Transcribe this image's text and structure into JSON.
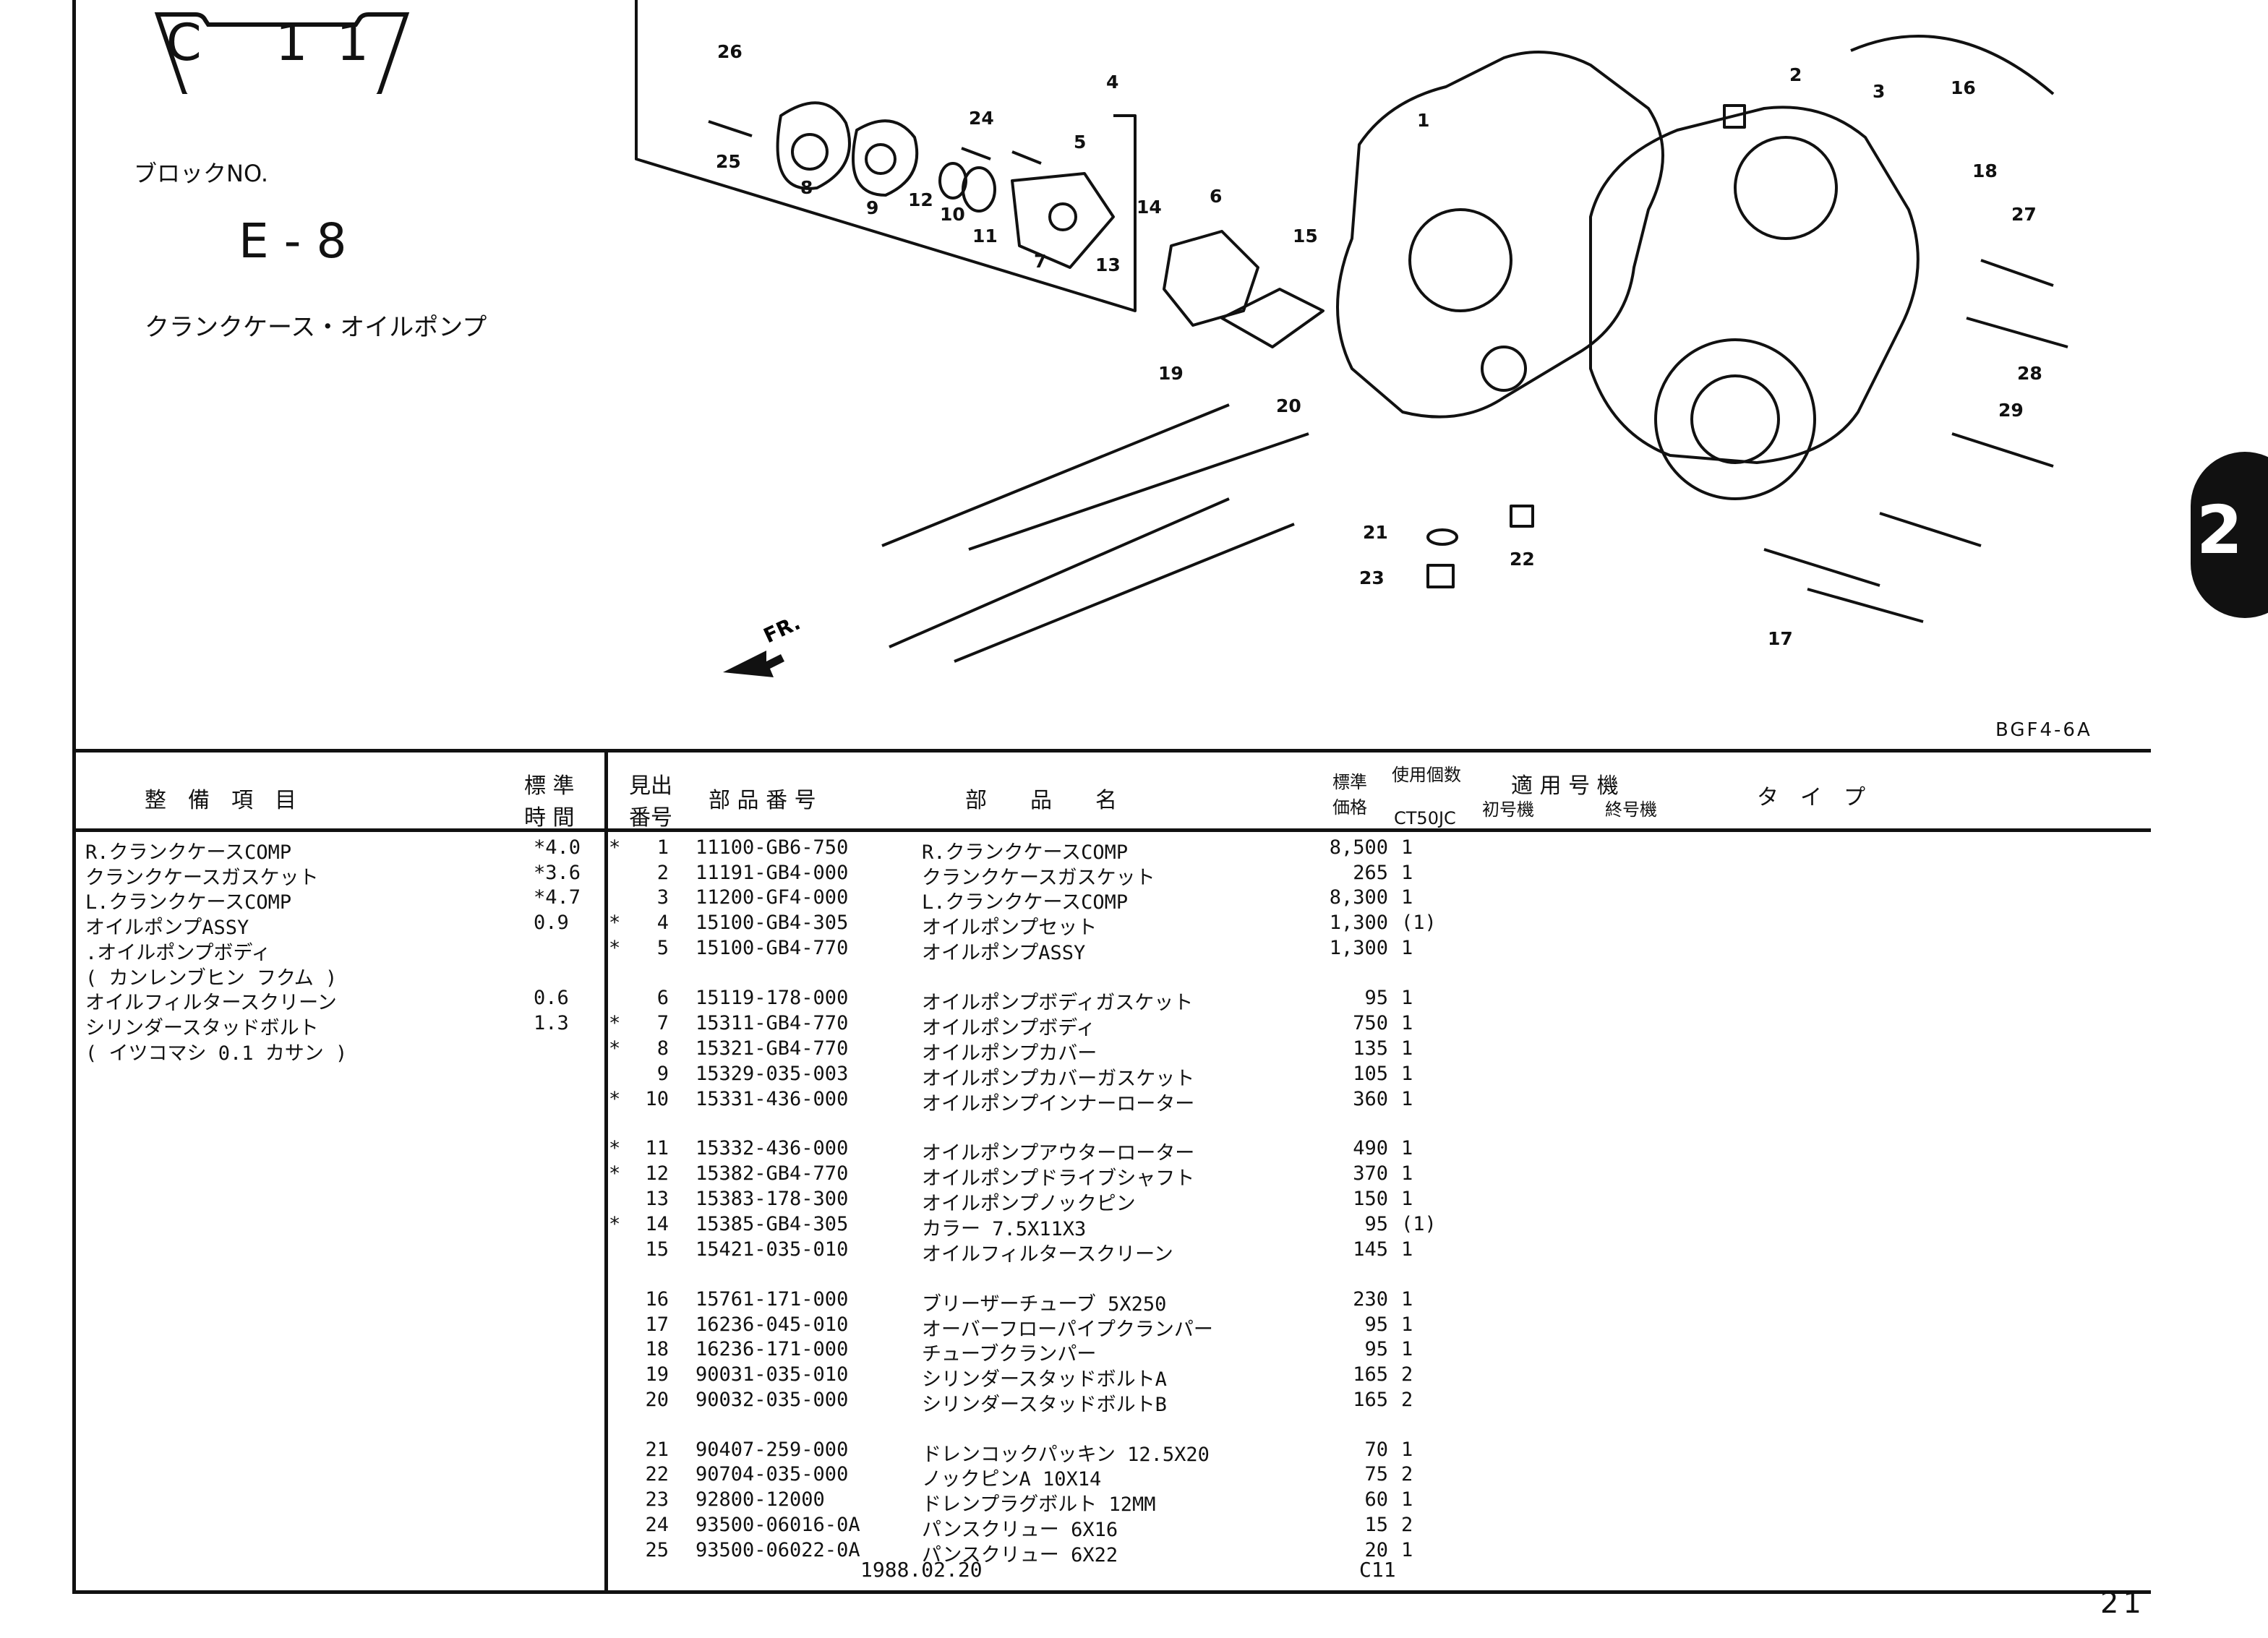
{
  "page": {
    "catalog_code": "C 11",
    "block_no_label": "ブロックNO.",
    "block_no_value": "E - 8",
    "block_name": "クランクケース・オイルポンプ",
    "drawing_code": "BGF4-6A",
    "direction_label": "FR.",
    "section_tab": "2",
    "page_number": "21",
    "date": "1988.02.20",
    "footer_ref": "C11"
  },
  "callouts": [
    "1",
    "2",
    "3",
    "4",
    "5",
    "6",
    "7",
    "8",
    "9",
    "10",
    "11",
    "12",
    "13",
    "14",
    "15",
    "16",
    "17",
    "18",
    "19",
    "20",
    "21",
    "22",
    "23",
    "24",
    "25",
    "26",
    "27",
    "28",
    "29"
  ],
  "headers": {
    "service_item": "整　備　項　目",
    "std_time": "標 準\n時 間",
    "ref_no": "見出\n番号",
    "part_no": "部 品 番 号",
    "part_name": "部　　品　　名",
    "std_price": "標準\n価格",
    "qty": "使用個数",
    "model_code": "CT50JC",
    "applicable": "適 用 号 機",
    "first_no": "初号機",
    "last_no": "終号機",
    "type": "タ　イ　プ"
  },
  "service_items": [
    {
      "name": "R.クランクケースCOMP",
      "time": "*4.0"
    },
    {
      "name": "クランクケースガスケット",
      "time": "*3.6"
    },
    {
      "name": "L.クランクケースCOMP",
      "time": "*4.7"
    },
    {
      "name": "オイルポンプASSY",
      "time": "0.9"
    },
    {
      "name": ".オイルポンプボディ",
      "time": ""
    },
    {
      "name": "( カンレンブヒン フクム )",
      "time": ""
    },
    {
      "name": "オイルフィルタースクリーン",
      "time": "0.6"
    },
    {
      "name": "シリンダースタッドボルト",
      "time": "1.3"
    },
    {
      "name": "( イツコマシ 0.1 カサン )",
      "time": ""
    }
  ],
  "parts": [
    {
      "mark": "*",
      "ref": "1",
      "part_no": "11100-GB6-750",
      "name": "R.クランクケースCOMP",
      "price": "8,500",
      "qty": "1"
    },
    {
      "mark": "",
      "ref": "2",
      "part_no": "11191-GB4-000",
      "name": "クランクケースガスケット",
      "price": "265",
      "qty": "1"
    },
    {
      "mark": "",
      "ref": "3",
      "part_no": "11200-GF4-000",
      "name": "L.クランクケースCOMP",
      "price": "8,300",
      "qty": "1"
    },
    {
      "mark": "*",
      "ref": "4",
      "part_no": "15100-GB4-305",
      "name": "オイルポンプセット",
      "price": "1,300",
      "qty": "(1)"
    },
    {
      "mark": "*",
      "ref": "5",
      "part_no": "15100-GB4-770",
      "name": "オイルポンプASSY",
      "price": "1,300",
      "qty": "1"
    },
    {
      "mark": "",
      "ref": "6",
      "part_no": "15119-178-000",
      "name": "オイルポンプボディガスケット",
      "price": "95",
      "qty": "1"
    },
    {
      "mark": "*",
      "ref": "7",
      "part_no": "15311-GB4-770",
      "name": "オイルポンプボディ",
      "price": "750",
      "qty": "1"
    },
    {
      "mark": "*",
      "ref": "8",
      "part_no": "15321-GB4-770",
      "name": "オイルポンプカバー",
      "price": "135",
      "qty": "1"
    },
    {
      "mark": "",
      "ref": "9",
      "part_no": "15329-035-003",
      "name": "オイルポンプカバーガスケット",
      "price": "105",
      "qty": "1"
    },
    {
      "mark": "*",
      "ref": "10",
      "part_no": "15331-436-000",
      "name": "オイルポンプインナーローター",
      "price": "360",
      "qty": "1"
    },
    {
      "mark": "*",
      "ref": "11",
      "part_no": "15332-436-000",
      "name": "オイルポンプアウターローター",
      "price": "490",
      "qty": "1"
    },
    {
      "mark": "*",
      "ref": "12",
      "part_no": "15382-GB4-770",
      "name": "オイルポンプドライブシャフト",
      "price": "370",
      "qty": "1"
    },
    {
      "mark": "",
      "ref": "13",
      "part_no": "15383-178-300",
      "name": "オイルポンプノックピン",
      "price": "150",
      "qty": "1"
    },
    {
      "mark": "*",
      "ref": "14",
      "part_no": "15385-GB4-305",
      "name": "カラー 7.5X11X3",
      "price": "95",
      "qty": "(1)"
    },
    {
      "mark": "",
      "ref": "15",
      "part_no": "15421-035-010",
      "name": "オイルフィルタースクリーン",
      "price": "145",
      "qty": "1"
    },
    {
      "mark": "",
      "ref": "16",
      "part_no": "15761-171-000",
      "name": "ブリーザーチューブ 5X250",
      "price": "230",
      "qty": "1"
    },
    {
      "mark": "",
      "ref": "17",
      "part_no": "16236-045-010",
      "name": "オーバーフローパイプクランパー",
      "price": "95",
      "qty": "1"
    },
    {
      "mark": "",
      "ref": "18",
      "part_no": "16236-171-000",
      "name": "チューブクランパー",
      "price": "95",
      "qty": "1"
    },
    {
      "mark": "",
      "ref": "19",
      "part_no": "90031-035-010",
      "name": "シリンダースタッドボルトA",
      "price": "165",
      "qty": "2"
    },
    {
      "mark": "",
      "ref": "20",
      "part_no": "90032-035-000",
      "name": "シリンダースタッドボルトB",
      "price": "165",
      "qty": "2"
    },
    {
      "mark": "",
      "ref": "21",
      "part_no": "90407-259-000",
      "name": "ドレンコックパッキン 12.5X20",
      "price": "70",
      "qty": "1"
    },
    {
      "mark": "",
      "ref": "22",
      "part_no": "90704-035-000",
      "name": "ノックピンA 10X14",
      "price": "75",
      "qty": "2"
    },
    {
      "mark": "",
      "ref": "23",
      "part_no": "92800-12000",
      "name": "ドレンプラグボルト 12MM",
      "price": "60",
      "qty": "1"
    },
    {
      "mark": "",
      "ref": "24",
      "part_no": "93500-06016-0A",
      "name": "パンスクリュー 6X16",
      "price": "15",
      "qty": "2"
    },
    {
      "mark": "",
      "ref": "25",
      "part_no": "93500-06022-0A",
      "name": "パンスクリュー 6X22",
      "price": "20",
      "qty": "1"
    }
  ]
}
